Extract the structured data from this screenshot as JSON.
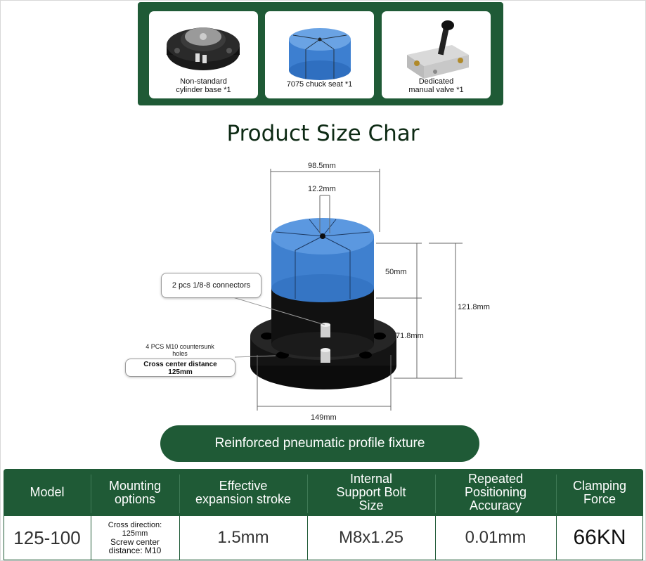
{
  "accessories": [
    {
      "caption_line1": "Non-standard",
      "caption_line2": "cylinder base *1"
    },
    {
      "caption_line1": "7075 chuck seat *1",
      "caption_line2": ""
    },
    {
      "caption_line1": "Dedicated",
      "caption_line2": "manual valve *1"
    }
  ],
  "title": "Product Size Char",
  "dimensions": {
    "top_diameter": "98.5mm",
    "center_hole": "12.2mm",
    "chuck_height": "50mm",
    "total_height": "121.8mm",
    "base_height": "71.8mm",
    "base_width": "149mm"
  },
  "callouts": {
    "connectors": "2 pcs 1/8-8 connectors",
    "holes_line1": "4 PCS M10 countersunk",
    "holes_line2": "holes",
    "cross_line1": "Cross center distance",
    "cross_line2": "125mm"
  },
  "banner": "Reinforced pneumatic profile fixture",
  "spec_table": {
    "headers": [
      "Model",
      "Mounting options",
      "Effective expansion stroke",
      "Internal Support Bolt Size",
      "Repeated Positioning Accuracy",
      "Clamping Force"
    ],
    "header_lines": [
      [
        "Model"
      ],
      [
        "Mounting",
        "options"
      ],
      [
        "Effective",
        "expansion stroke"
      ],
      [
        "Internal",
        "Support Bolt",
        "Size"
      ],
      [
        "Repeated",
        "Positioning",
        "Accuracy"
      ],
      [
        "Clamping",
        "Force"
      ]
    ],
    "row": {
      "model": "125-100",
      "mount_line1": "Cross direction:",
      "mount_line2": "125mm",
      "mount_line3": "Screw center",
      "mount_line4": "distance: M10",
      "stroke": "1.5mm",
      "bolt": "M8x1.25",
      "accuracy": "0.01mm",
      "force": "66KN"
    }
  },
  "colors": {
    "brand_green": "#1f5a36",
    "chuck_blue": "#4f8fd6",
    "body_black": "#111111"
  }
}
